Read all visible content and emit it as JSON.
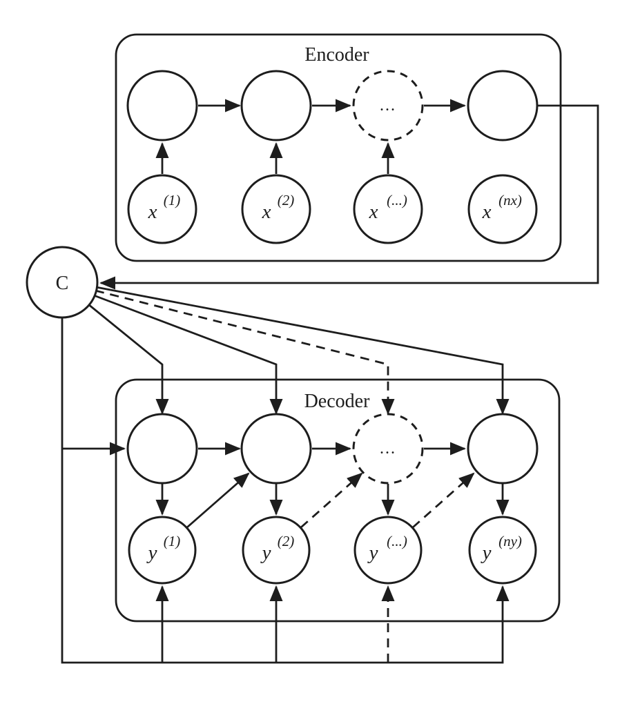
{
  "diagram": {
    "labels": {
      "encoder_title": "Encoder",
      "decoder_title": "Decoder",
      "context": "C",
      "ellipsis": "..."
    },
    "encoder_inputs": [
      {
        "base": "x",
        "sup": "(1)"
      },
      {
        "base": "x",
        "sup": "(2)"
      },
      {
        "base": "x",
        "sup": "(...)"
      },
      {
        "base": "x",
        "sup": "(nx)"
      }
    ],
    "decoder_outputs": [
      {
        "base": "y",
        "sup": "(1)"
      },
      {
        "base": "y",
        "sup": "(2)"
      },
      {
        "base": "y",
        "sup": "(...)"
      },
      {
        "base": "y",
        "sup": "(ny)"
      }
    ],
    "colors": {
      "stroke": "#1d1d1d",
      "background": "#ffffff"
    },
    "structure": {
      "encoder_hidden_nodes": 4,
      "decoder_hidden_nodes": 4,
      "dashed_node_index": 3,
      "edges": [
        "x1 -> enc_h1",
        "x2 -> enc_h2",
        "x3 -> enc_h3",
        "enc_h1 -> enc_h2",
        "enc_h2 -> enc_h3 (into dashed)",
        "enc_h3 -> enc_h4",
        "enc_h4 -> C (around right side)",
        "C -> dec_h1 (fan)",
        "C -> dec_h2 (fan)",
        "C -> dec_h3 (fan, dashed)",
        "C -> dec_h4 (fan)",
        "C -> dec_h1 (left horizontal input)",
        "dec_h1 -> dec_h2",
        "dec_h2 -> dec_h3",
        "dec_h3 -> dec_h4",
        "dec_h1 -> y1",
        "dec_h2 -> y2",
        "dec_h3 -> y3",
        "dec_h4 -> y4",
        "y1 -> dec_h2 (diagonal)",
        "y2 -> dec_h3 (diagonal, dashed)",
        "y3 -> dec_h4 (diagonal, dashed)",
        "C -> bottom bus -> y1, y2, y3 (dashed), y4"
      ]
    }
  }
}
